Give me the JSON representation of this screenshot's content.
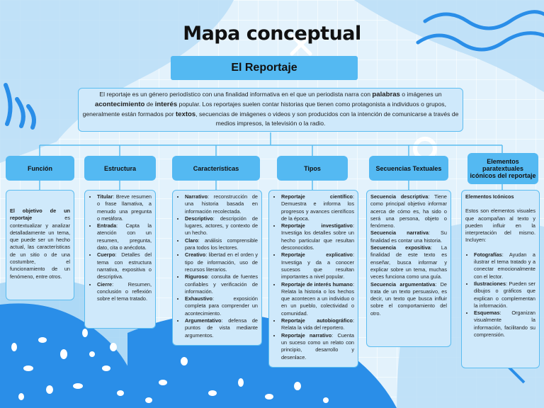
{
  "title": "Mapa conceptual",
  "subtitle": "El Reportaje",
  "intro": {
    "part1": "El reportaje es un género periodístico con una finalidad informativa en el que un periodista narra con ",
    "bold1": "palabras",
    "part2": " o imágenes un ",
    "bold2": "acontecimiento",
    "part3": " de ",
    "bold3": "interés",
    "part4": " popular. Los reportajes suelen contar historias que tienen como protagonista a individuos o grupos, generalmente están formados por ",
    "bold4": "textos",
    "part5": ", secuencias de imágenes o videos y son producidos con la intención de comunicarse a través de medios impresos, la televisión o la radio."
  },
  "categories": [
    {
      "header": "Función",
      "intro_bold": "El objetivo de un reportaje",
      "intro_text": " es contextualizar y analizar detalladamente un tema, que puede ser un hecho actual, las características de un sitio o de una costumbre, el funcionamiento de un fenómeno, entre otros."
    },
    {
      "header": "Estructura",
      "items": [
        {
          "term": "Titular",
          "text": ": Breve resumen o frase llamativa, a menudo una pregunta o metáfora."
        },
        {
          "term": "Entrada",
          "text": ": Capta la atención con un resumen, pregunta, dato, cita o anécdota."
        },
        {
          "term": "Cuerpo",
          "text": ": Detalles del tema con estructura narrativa, expositiva o descriptiva."
        },
        {
          "term": "Cierre",
          "text": ": Resumen, conclusión o reflexión sobre el tema tratado."
        }
      ]
    },
    {
      "header": "Características",
      "items": [
        {
          "term": "Narrativo",
          "text": ": reconstrucción de una historia basada en información recolectada."
        },
        {
          "term": "Descriptivo",
          "text": ": descripción de lugares, actores, y contexto de un hecho."
        },
        {
          "term": "Claro",
          "text": ": análisis comprensible para todos los lectores."
        },
        {
          "term": "Creativo",
          "text": ": libertad en el orden y tipo de información, uso de recursos literarios."
        },
        {
          "term": "Riguroso",
          "text": ": consulta de fuentes confiables y verificación de información."
        },
        {
          "term": "Exhaustivo",
          "text": ": exposición completa para comprender un acontecimiento."
        },
        {
          "term": "Argumentativo",
          "text": ": defensa de puntos de vista mediante argumentos."
        }
      ]
    },
    {
      "header": "Tipos",
      "items": [
        {
          "term": "Reportaje científico",
          "text": ": Demuestra e informa los progresos y avances científicos de la época."
        },
        {
          "term": "Reportaje investigativo",
          "text": ": Investiga los detalles sobre un hecho particular que resultan desconocidos."
        },
        {
          "term": "Reportaje explicativo",
          "text": ": Investiga y da a conocer sucesos que resultan importantes a nivel popular."
        },
        {
          "term": "Reportaje de interés humano",
          "text": ": Relata la historia o los hechos que acontecen a un individuo o en un pueblo, colectividad o comunidad."
        },
        {
          "term": "Reportaje autobiográfico",
          "text": ": Relata la vida del reportero."
        },
        {
          "term": "Reportaje narrativo",
          "text": ": Cuenta un suceso como un relato con principio, desarrollo y desenlace."
        }
      ]
    },
    {
      "header": "Secuencias Textuales",
      "paras": [
        {
          "term": "Secuencia descriptiva",
          "text": ": Tiene como principal objetivo informar acerca de cómo es, ha sido o será una persona, objeto o fenómeno."
        },
        {
          "term": "Secuencia narrativa",
          "text": ": Su finalidad es contar una historia."
        },
        {
          "term": "Secuencia expositiva",
          "text": ": La finalidad de este texto es enseñar, busca informar y explicar sobre un tema, muchas veces funciona como una guía."
        },
        {
          "term": "Secuencia argumentativa",
          "text": ": De trata de un texto persuasivo, es decir, un texto que busca influir sobre el comportamiento del otro."
        }
      ]
    },
    {
      "header": "Elementos paratextuales icónicos del reportaje",
      "sub_title": "Elementos Icónicos",
      "intro_text": "Estos son elementos visuales que acompañan al texto y pueden influir en la interpretación del mismo. Incluyen:",
      "items": [
        {
          "term": "Fotografías",
          "text": ": Ayudan a ilustrar el tema tratado y a conectar emocionalmente con el lector."
        },
        {
          "term": "Ilustraciones",
          "text": ": Pueden ser dibujos o gráficos que explican o complementan la información."
        },
        {
          "term": "Esquemas",
          "text": ": Organizan visualmente la información, facilitando su comprensión."
        }
      ]
    }
  ],
  "colors": {
    "accent": "#54b9f2",
    "box_fill": "#cfe9fb",
    "background": "#dff0fb",
    "dark_blue": "#1f8fe6"
  }
}
